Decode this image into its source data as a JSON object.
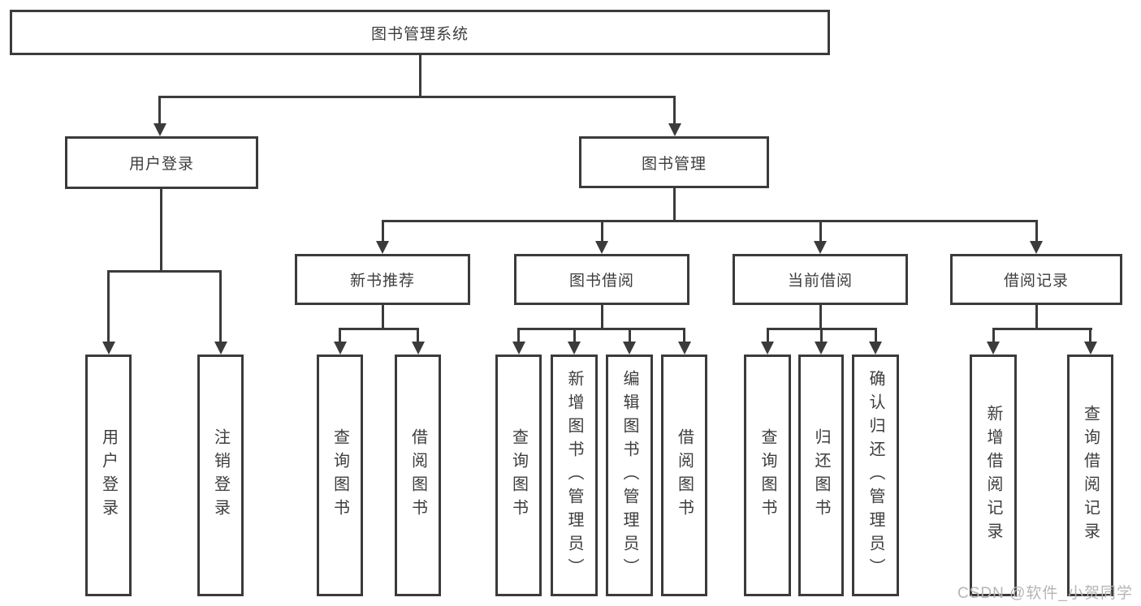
{
  "title": {
    "label": "图书管理系统"
  },
  "branches": {
    "user_login": {
      "label": "用户登录",
      "children": [
        {
          "label": "用户登录"
        },
        {
          "label": "注销登录"
        }
      ]
    },
    "book_management": {
      "label": "图书管理",
      "sections": [
        {
          "label": "新书推荐",
          "children": [
            {
              "label": "查询图书"
            },
            {
              "label": "借阅图书"
            }
          ]
        },
        {
          "label": "图书借阅",
          "children": [
            {
              "label": "查询图书"
            },
            {
              "label": "新增图书（管理员）"
            },
            {
              "label": "编辑图书（管理员）"
            },
            {
              "label": "借阅图书"
            }
          ]
        },
        {
          "label": "当前借阅",
          "children": [
            {
              "label": "查询图书"
            },
            {
              "label": "归还图书"
            },
            {
              "label": "确认归还（管理员）"
            }
          ]
        },
        {
          "label": "借阅记录",
          "children": [
            {
              "label": "新增借阅记录"
            },
            {
              "label": "查询借阅记录"
            }
          ]
        }
      ]
    }
  },
  "watermark": "CSDN @软件_小贺同学",
  "colors": {
    "line": "#3b3b3b",
    "box_border": "#3b3b3b",
    "text": "#3d3d3d",
    "watermark": "#b5b5b5",
    "background": "#ffffff"
  }
}
